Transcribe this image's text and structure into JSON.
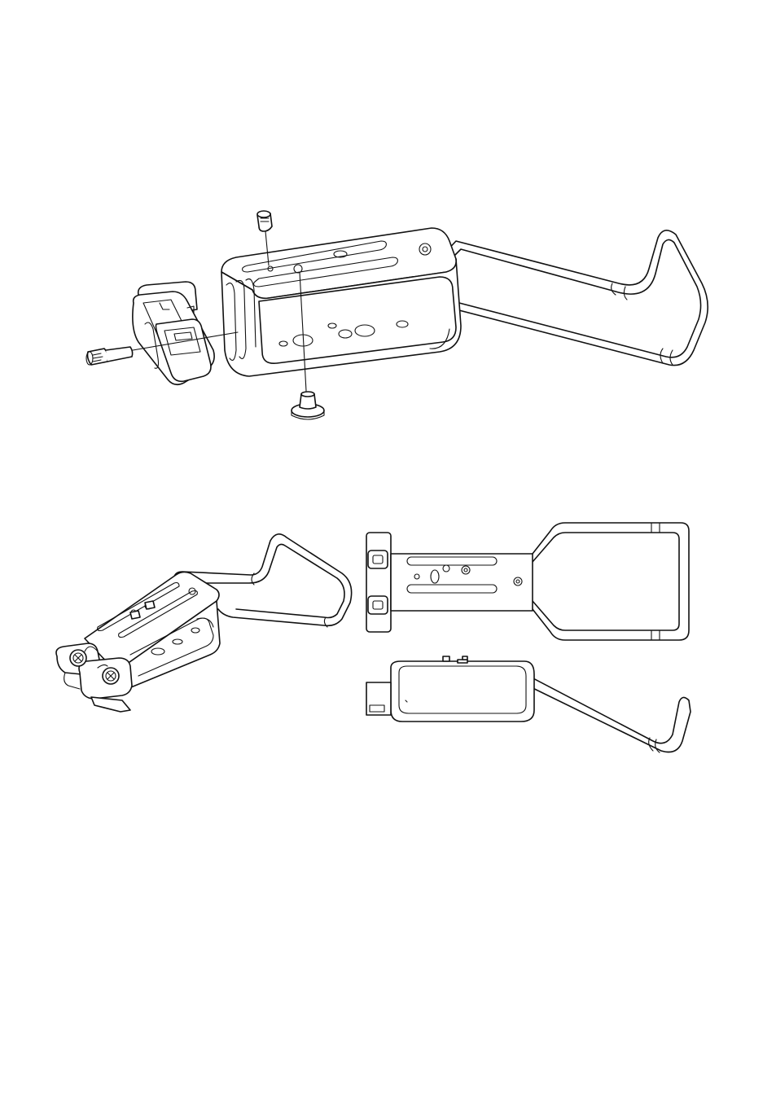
{
  "page": {
    "background": "#ffffff",
    "line_color": "#111111"
  },
  "figures": [
    {
      "name": "exploded-assembly-view",
      "icon": "exploded-view-drawing"
    },
    {
      "name": "perspective-assembled-view",
      "icon": "perspective-drawing"
    },
    {
      "name": "top-orthographic-view",
      "icon": "top-view-drawing"
    },
    {
      "name": "side-orthographic-view",
      "icon": "side-view-drawing"
    }
  ]
}
